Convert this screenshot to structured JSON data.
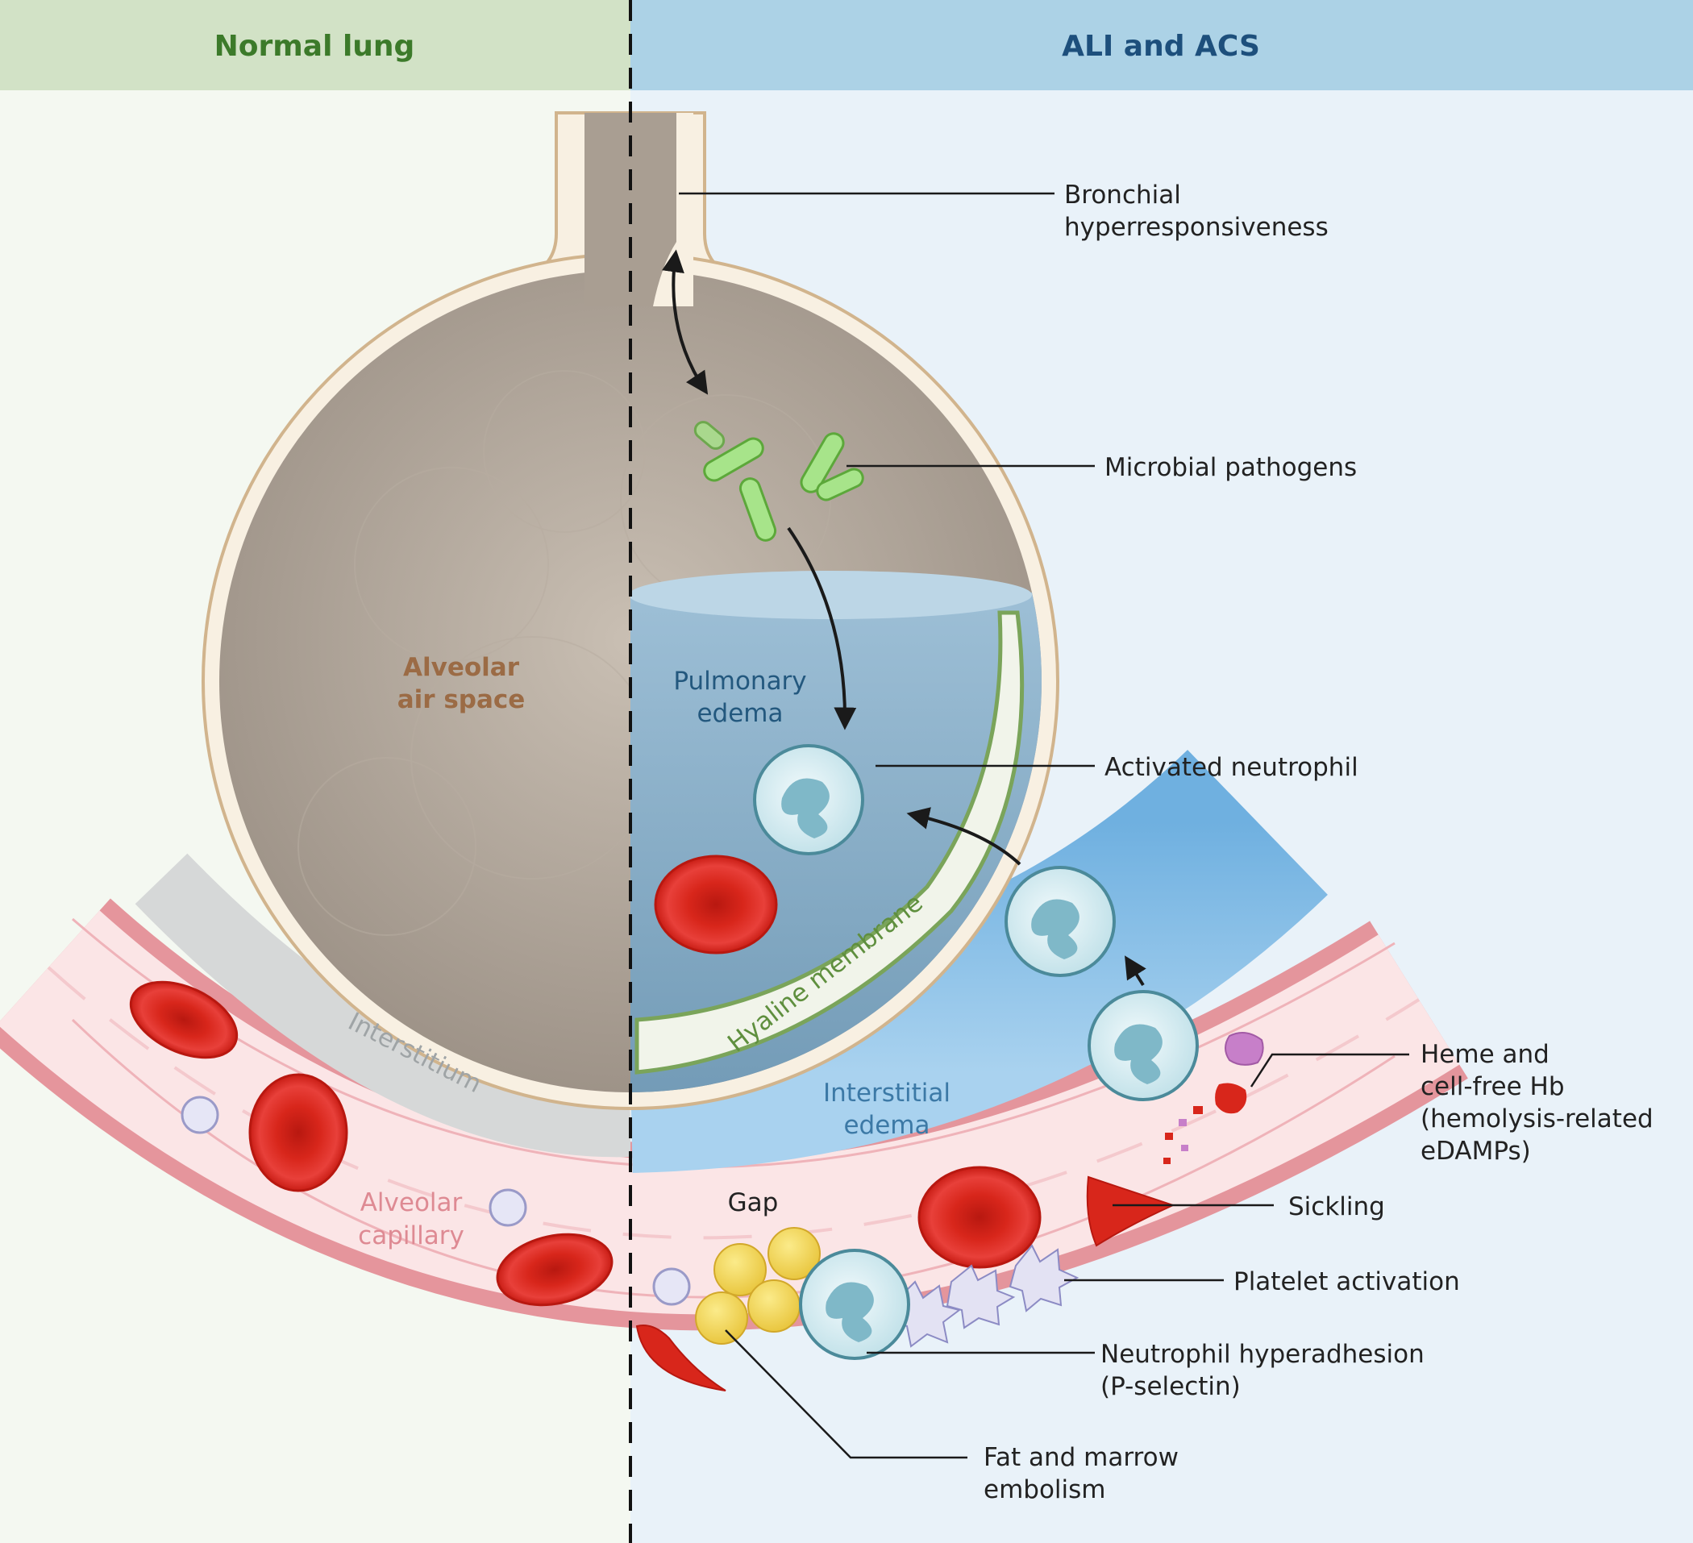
{
  "headers": {
    "left": "Normal lung",
    "right": "ALI and ACS"
  },
  "colors": {
    "left_header_bg": "#d2e2c6",
    "left_header_text": "#3c7a2a",
    "right_header_bg": "#acd2e6",
    "right_header_text": "#1d4f7c",
    "left_panel_bg": "#f4f8f1",
    "right_panel_bg": "#e9f2f9",
    "rbc": "#d8261b",
    "neutrophil": "#bfe3ea",
    "pathogen": "#7fd35a",
    "edema": "#7ea9c7",
    "hyaline": "#7aa45a"
  },
  "region_labels": {
    "alveolar_air_space": [
      "Alveolar",
      "air space"
    ],
    "interstitium": "Interstitium",
    "alveolar_capillary": [
      "Alveolar",
      "capillary"
    ],
    "pulmonary_edema": [
      "Pulmonary",
      "edema"
    ],
    "hyaline_membrane": "Hyaline membrane",
    "interstitial_edema": [
      "Interstitial",
      "edema"
    ],
    "gap": "Gap"
  },
  "callouts": {
    "bronchial": [
      "Bronchial",
      "hyperresponsiveness"
    ],
    "microbial": [
      "Microbial pathogens"
    ],
    "neutrophil": [
      "Activated neutrophil"
    ],
    "heme": [
      "Heme and",
      "cell-free Hb",
      "(hemolysis-related",
      "eDAMPs)"
    ],
    "sickling": [
      "Sickling"
    ],
    "platelet": [
      "Platelet activation"
    ],
    "hyperadhesion": [
      "Neutrophil hyperadhesion",
      "(P-selectin)"
    ],
    "fat": [
      "Fat and marrow",
      "embolism"
    ]
  }
}
